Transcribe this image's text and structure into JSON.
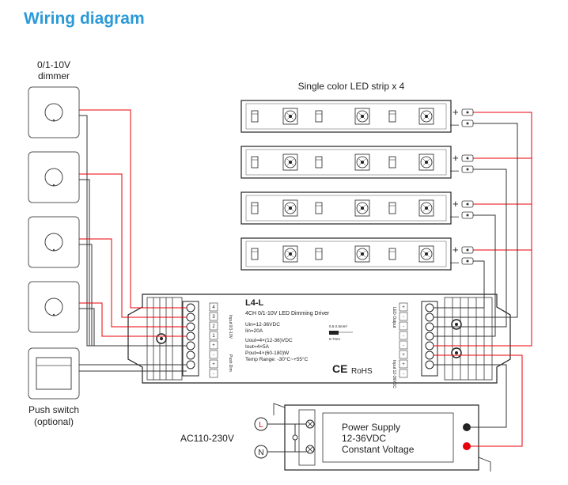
{
  "title": "Wiring diagram",
  "dimmer_label": [
    "0/1-10V",
    "dimmer"
  ],
  "strip_label": "Single color LED strip x 4",
  "push_switch_label": [
    "Push switch",
    "(optional)"
  ],
  "ac_label": "AC110-230V",
  "psu": {
    "line1": "Power Supply",
    "line2": "12-36VDC",
    "line3": "Constant Voltage",
    "live": "L",
    "neutral": "N"
  },
  "driver": {
    "model": "L4-L",
    "desc": "4CH 0/1-10V LED Dimming Driver",
    "spec1": "Uin=12-36VDC",
    "spec2": "Iin=20A",
    "spec3": "Uout=4×(12-36)VDC",
    "spec4": "Iout=4×5A",
    "spec5": "Pout=4×(60-180)W",
    "spec6": "Temp Range: -30°C~+55°C",
    "ce": "CE",
    "rohs": "RoHS",
    "wire_note1": "0.5-2.5mm²",
    "wire_note2": "6-7mm",
    "left_side1": "Input 0/1-10V",
    "left_side2": "Push Dim",
    "right_side1": "LED Output",
    "right_side2": "Input 12-36VDC",
    "left_terms": [
      "4",
      "3",
      "2",
      "1",
      "+",
      "-",
      "+",
      "-"
    ],
    "right_terms": [
      "+",
      "-",
      "-",
      "-",
      "-",
      "+",
      "+",
      "-"
    ]
  },
  "plus": "+",
  "minus": "—",
  "colors": {
    "red": "#e8000a",
    "dark": "#333333",
    "title": "#2a9ad8"
  }
}
